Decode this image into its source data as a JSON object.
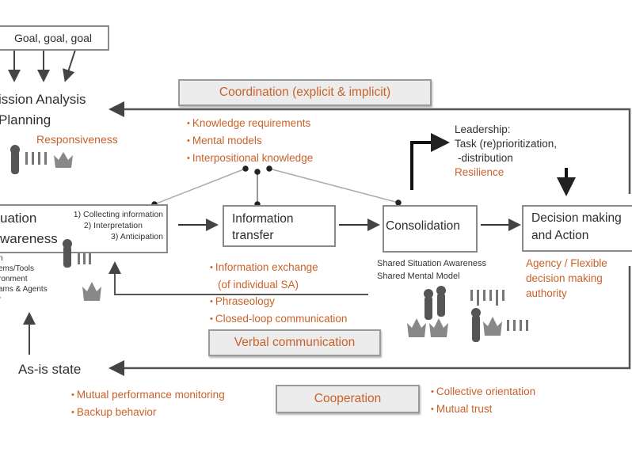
{
  "goal_box": {
    "label": "Goal, goal, goal"
  },
  "mission": {
    "title_line1": "ission Analysis",
    "title_line2": "Planning",
    "quality": "Responsiveness"
  },
  "coordination": {
    "label": "Coordination (explicit & implicit)",
    "bullets": [
      "Knowledge requirements",
      "Mental models",
      "Interpositional knowledge"
    ]
  },
  "leadership": {
    "line1": "Leadership:",
    "line2": "Task (re)prioritization,",
    "line3": "-distribution",
    "quality": "Resilience"
  },
  "situation_awareness": {
    "title_line1": "uation",
    "title_line2": "wareness",
    "steps": [
      "1) Collecting information",
      "2) Interpretation",
      "3) Anticipation"
    ],
    "context": [
      "n",
      "ems/Tools",
      "ronment",
      "ams & Agents",
      "r"
    ]
  },
  "information_transfer": {
    "title_line1": "Information",
    "title_line2": "transfer",
    "bullets": [
      "Information exchange",
      "(of individual SA)",
      "Phraseology",
      "Closed-loop communication"
    ]
  },
  "verbal_communication": {
    "label": "Verbal communication"
  },
  "consolidation": {
    "title": "Consolidation",
    "caption_line1": "Shared Situation Awareness",
    "caption_line2": "Shared Mental Model"
  },
  "decision": {
    "title_line1": "Decision making",
    "title_line2": "and Action",
    "quality_line1": "Agency / Flexible",
    "quality_line2": "decision making",
    "quality_line3": "authority"
  },
  "as_is_state": {
    "label": "As-is state"
  },
  "cooperation": {
    "label": "Cooperation",
    "left_bullets": [
      "Mutual performance monitoring",
      "Backup behavior"
    ],
    "right_bullets": [
      "Collective orientation",
      "Mutual trust"
    ]
  },
  "colors": {
    "accent": "#c8622a",
    "line": "#555555",
    "box_border": "#8a8a8a",
    "label_fill": "#ececec"
  }
}
